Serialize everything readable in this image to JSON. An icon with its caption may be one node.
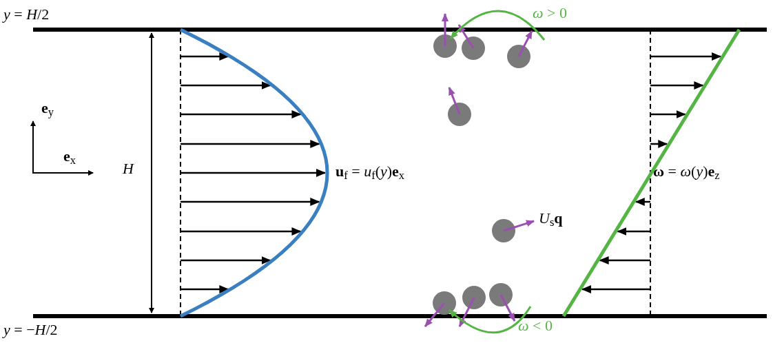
{
  "diagram": {
    "labels": [
      "*y* = *H*/2",
      "*ω* > 0",
      "**e**$_{y}$",
      "**e**$_{x}$",
      "*H*",
      "**u**$_{f}$ = *u*$_{f}$(*y*)**e**$_{x}$",
      "**ω** = *ω*(*y*)**e**$_{z}$",
      "*U*$_{s}$**q**",
      "*y* = −*H*/2",
      "*ω* < 0"
    ]
  }
}
